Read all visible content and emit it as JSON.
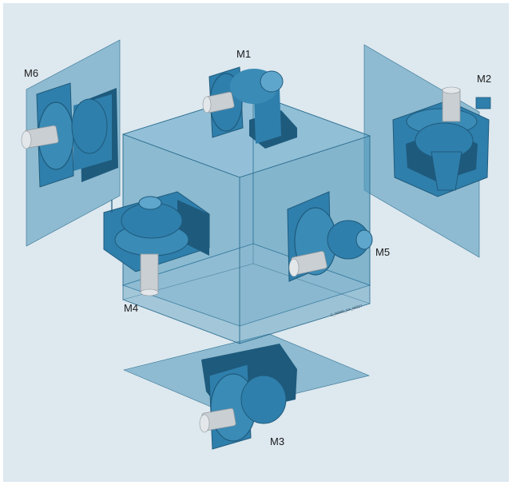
{
  "diagram": {
    "positions": [
      {
        "id": "M1",
        "label": "M1"
      },
      {
        "id": "M2",
        "label": "M2"
      },
      {
        "id": "M3",
        "label": "M3"
      },
      {
        "id": "M4",
        "label": "M4"
      },
      {
        "id": "M5",
        "label": "M5"
      },
      {
        "id": "M6",
        "label": "M6"
      }
    ],
    "drawing_code": "G_MD00_XX_00227"
  },
  "colors": {
    "background": "#dde8ef",
    "frame": "#ffffff",
    "plane_fill": "#4d95b8",
    "cube_edge": "#2f6f90",
    "gear_body": "#2f7fac",
    "gear_dark": "#1e5a7c",
    "gear_light": "#5fa6cc",
    "shaft": "#c9cfd3"
  }
}
